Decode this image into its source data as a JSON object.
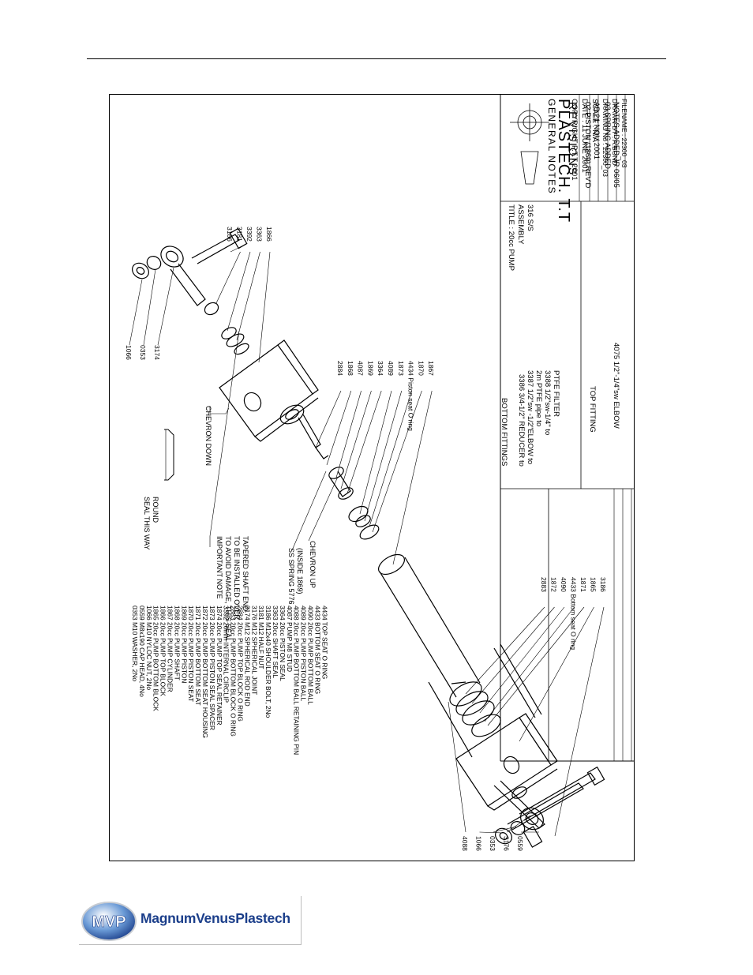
{
  "title_block": {
    "general_notes": "GENERAL NOTES",
    "revisions_title": "REVISIONS",
    "revisions": [
      "02 PISTON (1869) REV'D",
      "AB 21 NOV 2001",
      "03 SPRING ADDED",
      "NOTES ADDED JR 06/05"
    ],
    "title": "TITLE : 20cc PUMP",
    "title_line2": "ASSEMBLY",
    "title_line3": "316 S/S",
    "company": "PLASTECH. T.T",
    "copyright": "COPYRIGHT P.T.T 2001",
    "date": "DATE : 11 JUNE 2001",
    "scale": "SCALE : N/A",
    "drawing_no": "DRAWING No : 22300_03",
    "drawn_by": "DRAWN BY : A.BOND",
    "filename": "FILENAME : 22300_03"
  },
  "parts_list": [
    "0353   M10 WASHER, 2No",
    "0559   M8x190 CAP HEAD, 4No",
    "1066   M10 NYLOC NUT, 2No",
    "1865   20cc PUMP BOTTOM BLOCK",
    "1866   20cc PUMP TOP BLOCK",
    "1867   20cc PUMP CYLINDER",
    "1868   20cc PUMP SHAFT",
    "1869   20cc PUMP PISTON",
    "1870   20cc PUMP PISTON SEAT",
    "1871   20cc PUMP BOTTOM SEAT",
    "1872   20cc PUMP BOTTOM SEAT HOUSING",
    "1873   20cc PUMP PISTON SEAL SPACER",
    "1874   20cc PUMP TOP SEAL RETAINER",
    "3392   26mm INTERNAL CIRCLIP",
    "2883   20cc PUMP BOTTOM BLOCK O RING",
    "2884   20cc PUMP TOP BLOCK O RING",
    "3174   M12 SPHERICAL ROD END",
    "3176   M12 SPHERICAL JOINT",
    "3181   M12 HALF NUT",
    "3186   M12x40 SHOULDER BOLT, 2No",
    "3363   20cc SHAFT SEAL",
    "3364   20cc PISTON SEAL",
    "4087   PUMP M8 STUD",
    "4088   20cc PUMP BOTTOM BALL RETAINING PIN",
    "4089   20cc PUMP PISTON BALL",
    "4090   20cc PUMP BOTTOM BALL",
    "4433   BOTTOM SEAT O RING",
    "4434   TOP SEAT O RING"
  ],
  "fittings": {
    "bottom_title": "BOTTOM FITTINGS",
    "bottom_lines": [
      "3386 3/4-1/2\" REDUCER to",
      "3387  1/2\"sw -1/2\"ELBOW to",
      "2m PTFE pipe to",
      "3388 1/2\"sw-1/4\" to",
      "PTFE FILTER"
    ],
    "top_title": "TOP FITTING",
    "top_lines": [
      "4075 1/2\"-1/4\"sw ELBOW"
    ]
  },
  "notes": {
    "seal_way": [
      "SEAL THIS WAY",
      "ROUND"
    ],
    "important": [
      "IMPORTANT NOTE",
      "TO AVOID DAMAGE, THIS SEAL",
      "TO BE INSTALLED OVER",
      "TAPERED SHAFT END."
    ],
    "chevron_down": "CHEVRON DOWN",
    "spring": [
      "SS SPRING 5776",
      "(INSIDE 1869)"
    ],
    "chevron_up": "CHEVRON UP"
  },
  "callouts": {
    "top_assembly_a": [
      "1066",
      "0353",
      "3174"
    ],
    "top_assembly_b": [
      "3186",
      "3181",
      "3392",
      "3363",
      "1866"
    ],
    "mid_series": [
      "2884",
      "1868",
      "4087",
      "1869",
      "3364",
      "4089",
      "1873",
      "4434 Piston seat O ring",
      "1870",
      "1867"
    ],
    "lower_series": [
      "2883",
      "1872",
      "4090",
      "4433 Bottom seat O ring",
      "1871",
      "1865",
      "3186"
    ],
    "bottom_left": [
      "4088",
      "1066",
      "0353",
      "3176",
      "0559"
    ]
  },
  "logo": {
    "badge": "MVP",
    "wordmark": "MagnumVenusPlastech",
    "colors": {
      "blue": "#1b3e8a",
      "light_blue": "#6a9ad6",
      "silver": "#c8ccd2"
    }
  }
}
